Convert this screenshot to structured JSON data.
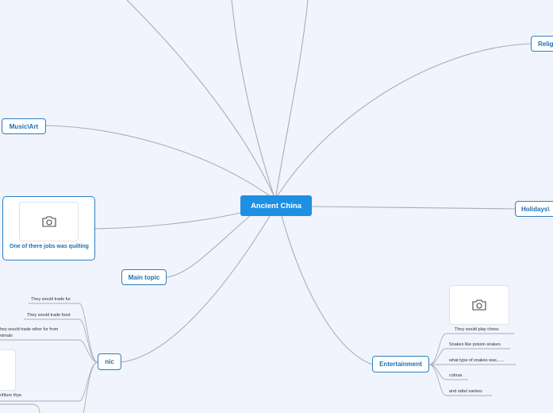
{
  "central": "Ancient China",
  "topics": {
    "religion": "Relig",
    "holidays": "Holidays\\",
    "music_art": "Music\\Art",
    "main_topic": "Main topic",
    "nic": "nic",
    "entertainment": "Entertainment"
  },
  "image_card": {
    "caption": "One of there jobs was quilting",
    "icon": "camera-icon"
  },
  "nic_leaves": [
    "They would trade fur",
    "They would trade food",
    "hey would trade other fur from",
    "nimals",
    "nfiture thye"
  ],
  "entertainment_leaves": [
    "They would play chess",
    "Snakes like posion snakes",
    "what type of snakes was......",
    "cobras",
    "and rattel sankes"
  ],
  "colors": {
    "background": "#f1f4fc",
    "central": "#1e8fe3",
    "topic_border": "#2a7fc5",
    "link": "#a9adb4"
  }
}
